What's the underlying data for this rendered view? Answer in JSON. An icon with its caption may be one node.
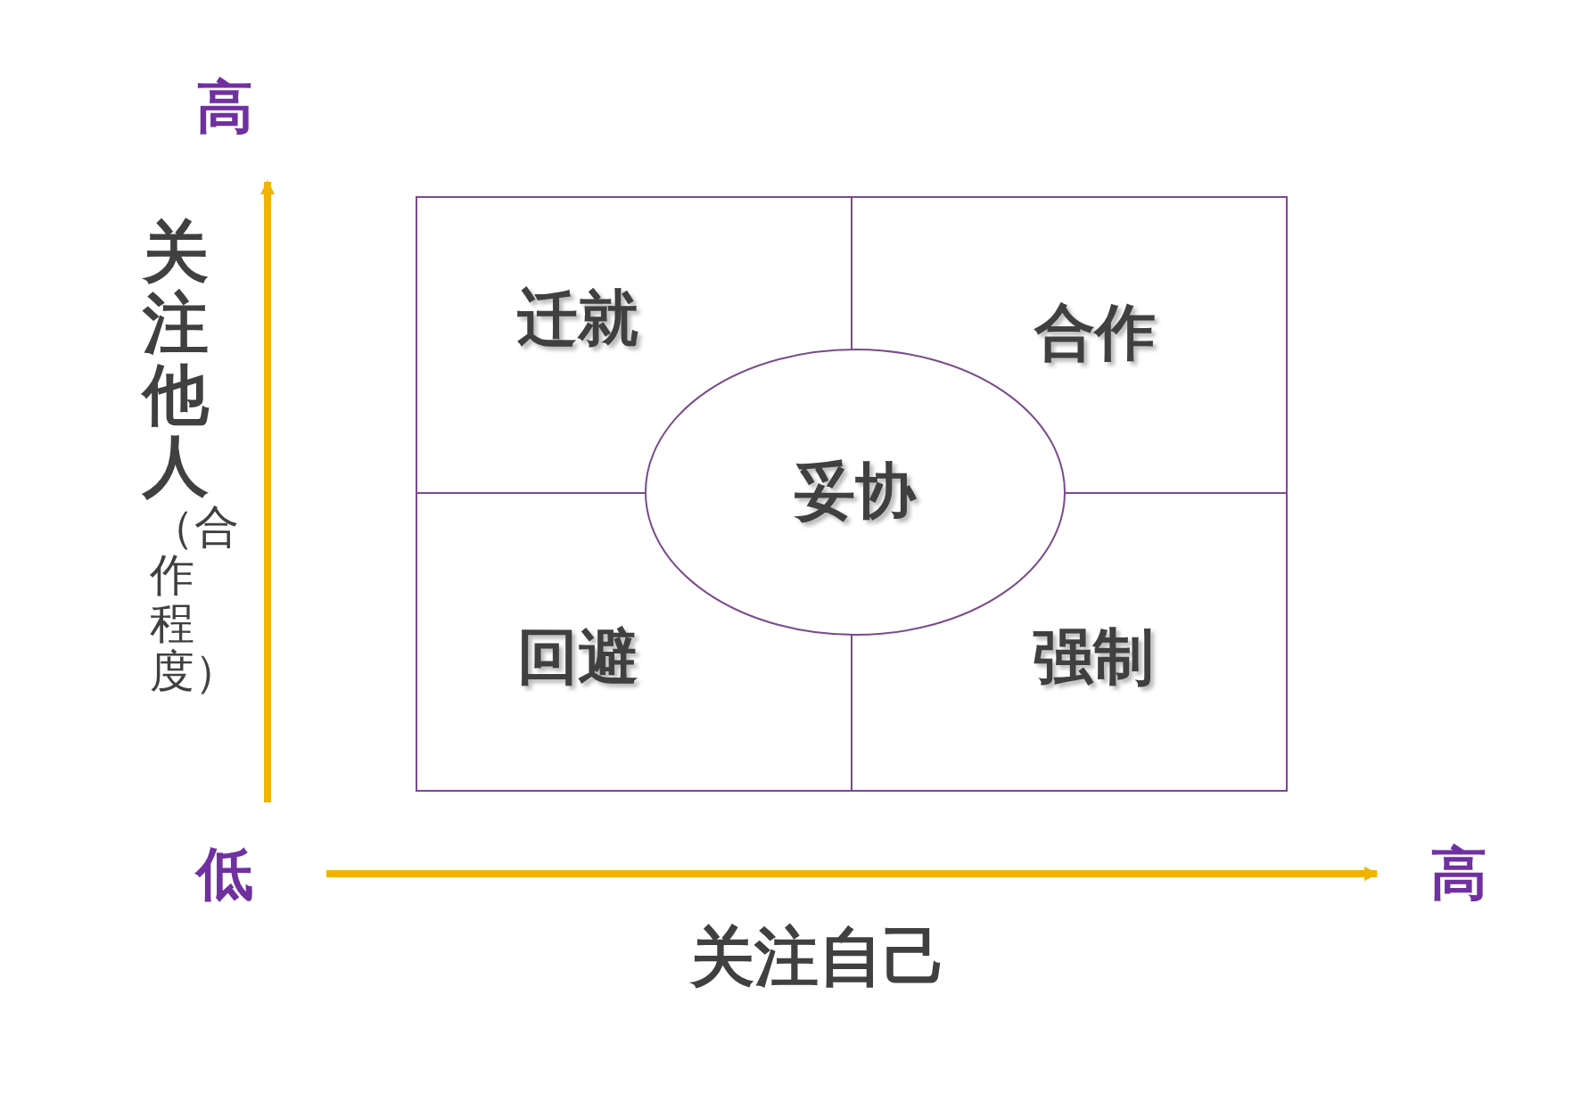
{
  "diagram": {
    "nodes": [
      {
        "text": [
          "迁就"
        ]
      },
      {
        "text": [
          "合作"
        ]
      },
      {
        "text": [
          "回避"
        ]
      },
      {
        "text": [
          "强制"
        ]
      },
      {
        "text": [
          "妥协"
        ]
      }
    ],
    "labels": [
      "高",
      "关注他人",
      "（合作程度）",
      "低",
      "高",
      "关注自己"
    ]
  }
}
